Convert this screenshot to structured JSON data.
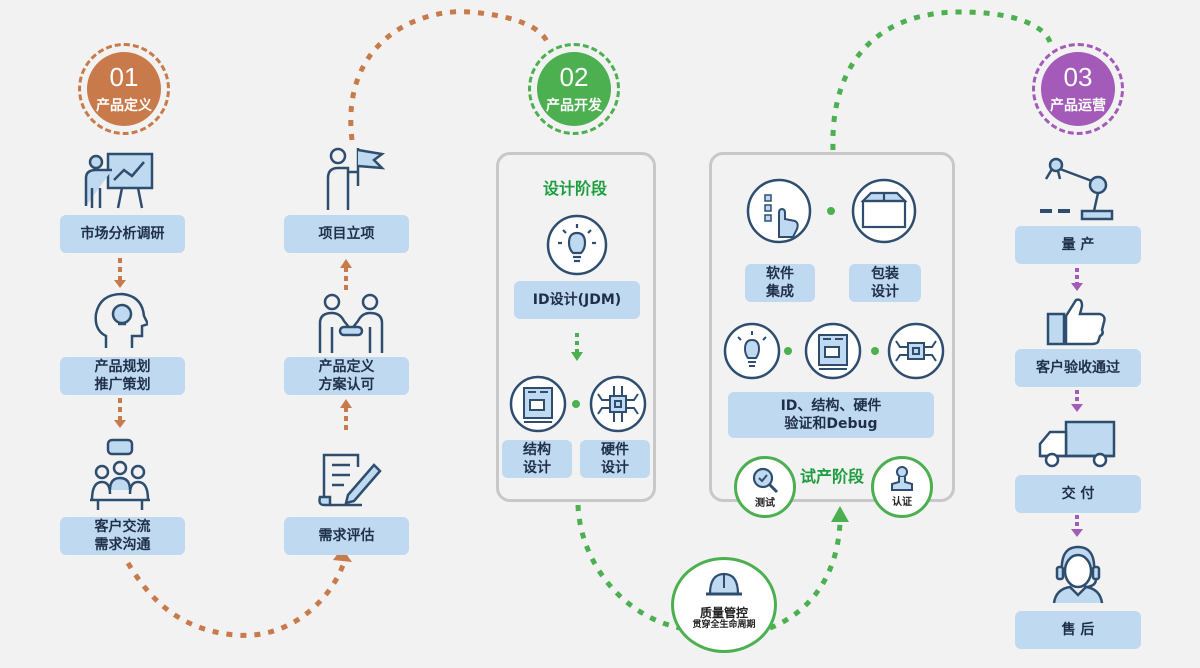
{
  "phases": [
    {
      "num": "01",
      "label": "产品定义",
      "color": "#c87a4a"
    },
    {
      "num": "02",
      "label": "产品开发",
      "color": "#4caf50"
    },
    {
      "num": "03",
      "label": "产品运营",
      "color": "#a35ab8"
    }
  ],
  "define": {
    "market": "市场分析调研",
    "plan": "产品规划\n推广策划",
    "communicate": "客户交流\n需求沟通",
    "assess": "需求评估",
    "approve": "产品定义\n方案认可",
    "project": "项目立项"
  },
  "design": {
    "title": "设计阶段",
    "id_design": "ID设计(JDM)",
    "structure": "结构\n设计",
    "hardware": "硬件\n设计"
  },
  "trial": {
    "software": "软件\n集成",
    "package": "包装\n设计",
    "verify": "ID、结构、硬件\n验证和Debug",
    "title": "试产阶段",
    "test": "测试",
    "cert": "认证"
  },
  "quality": {
    "title": "质量管控",
    "subtitle": "贯穿全生命周期"
  },
  "operate": {
    "mass": "量 产",
    "accept": "客户验收通过",
    "deliver": "交 付",
    "service": "售 后"
  },
  "colors": {
    "orange": "#c87a4a",
    "green": "#4caf50",
    "purple": "#a35ab8",
    "box": "#bfd9f0",
    "icon": "#2f4e6f"
  }
}
